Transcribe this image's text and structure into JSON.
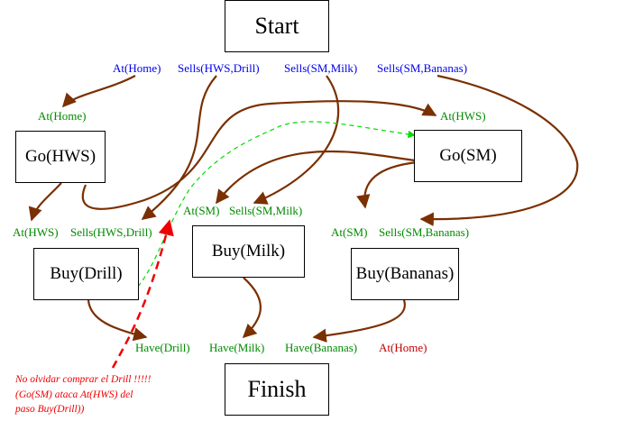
{
  "start_label": "Start",
  "finish_label": "Finish",
  "start_effects": {
    "at_home": "At(Home)",
    "sells_hws_drill": "Sells(HWS,Drill)",
    "sells_sm_milk": "Sells(SM,Milk)",
    "sells_sm_bananas": "Sells(SM,Bananas)"
  },
  "actions": {
    "go_hws": "Go(HWS)",
    "go_sm": "Go(SM)",
    "buy_drill": "Buy(Drill)",
    "buy_milk": "Buy(Milk)",
    "buy_bananas": "Buy(Bananas)"
  },
  "preconditions": {
    "go_hws_pre": "At(Home)",
    "go_sm_pre": "At(HWS)",
    "buy_drill_pre_1": "At(HWS)",
    "buy_drill_pre_2": "Sells(HWS,Drill)",
    "buy_milk_pre_1": "At(SM)",
    "buy_milk_pre_2": "Sells(SM,Milk)",
    "buy_bananas_pre_1": "At(SM)",
    "buy_bananas_pre_2": "Sells(SM,Bananas)"
  },
  "goals": {
    "have_drill": "Have(Drill)",
    "have_milk": "Have(Milk)",
    "have_bananas": "Have(Bananas)",
    "at_home": "At(Home)"
  },
  "annotation": {
    "line1": "No olvidar comprar el Drill !!!!!",
    "line2": "(Go(SM) ataca At(HWS) del",
    "line3": "paso Buy(Drill))"
  },
  "colors": {
    "effect_text": "#0000ee",
    "precondition_text": "#008a00",
    "threatened_text": "#c00000",
    "causal_link": "#7a3000",
    "ordering_link": "#00dd00",
    "threat_link": "#ee0000"
  }
}
